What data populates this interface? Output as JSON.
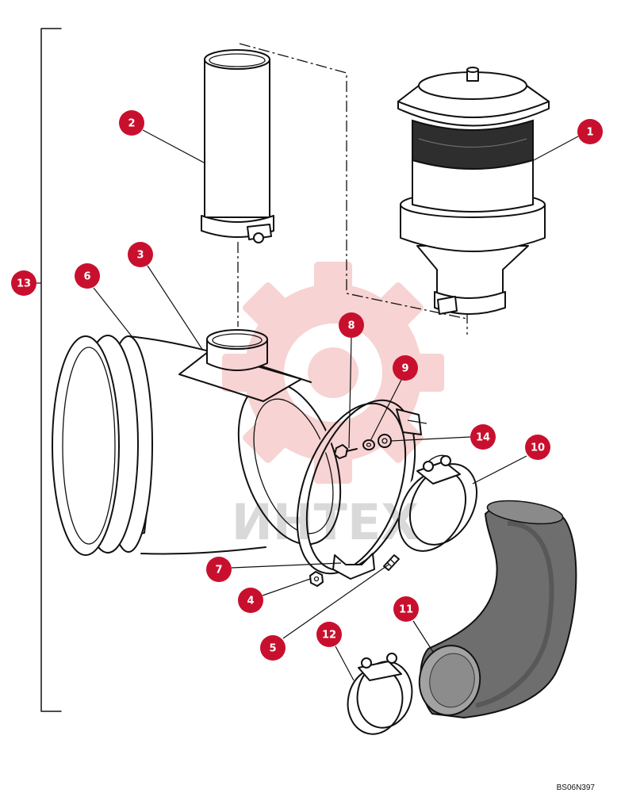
{
  "diagram": {
    "callouts": [
      "1",
      "2",
      "3",
      "4",
      "5",
      "6",
      "7",
      "8",
      "9",
      "10",
      "11",
      "12",
      "13",
      "14"
    ],
    "drawing_code": "BS06N397",
    "watermark_text": "ИНТЕХ",
    "colors": {
      "callout_fill": "#c8102e",
      "callout_text": "#ffffff",
      "line": "#111111",
      "watermark": "#e98b8b"
    }
  }
}
